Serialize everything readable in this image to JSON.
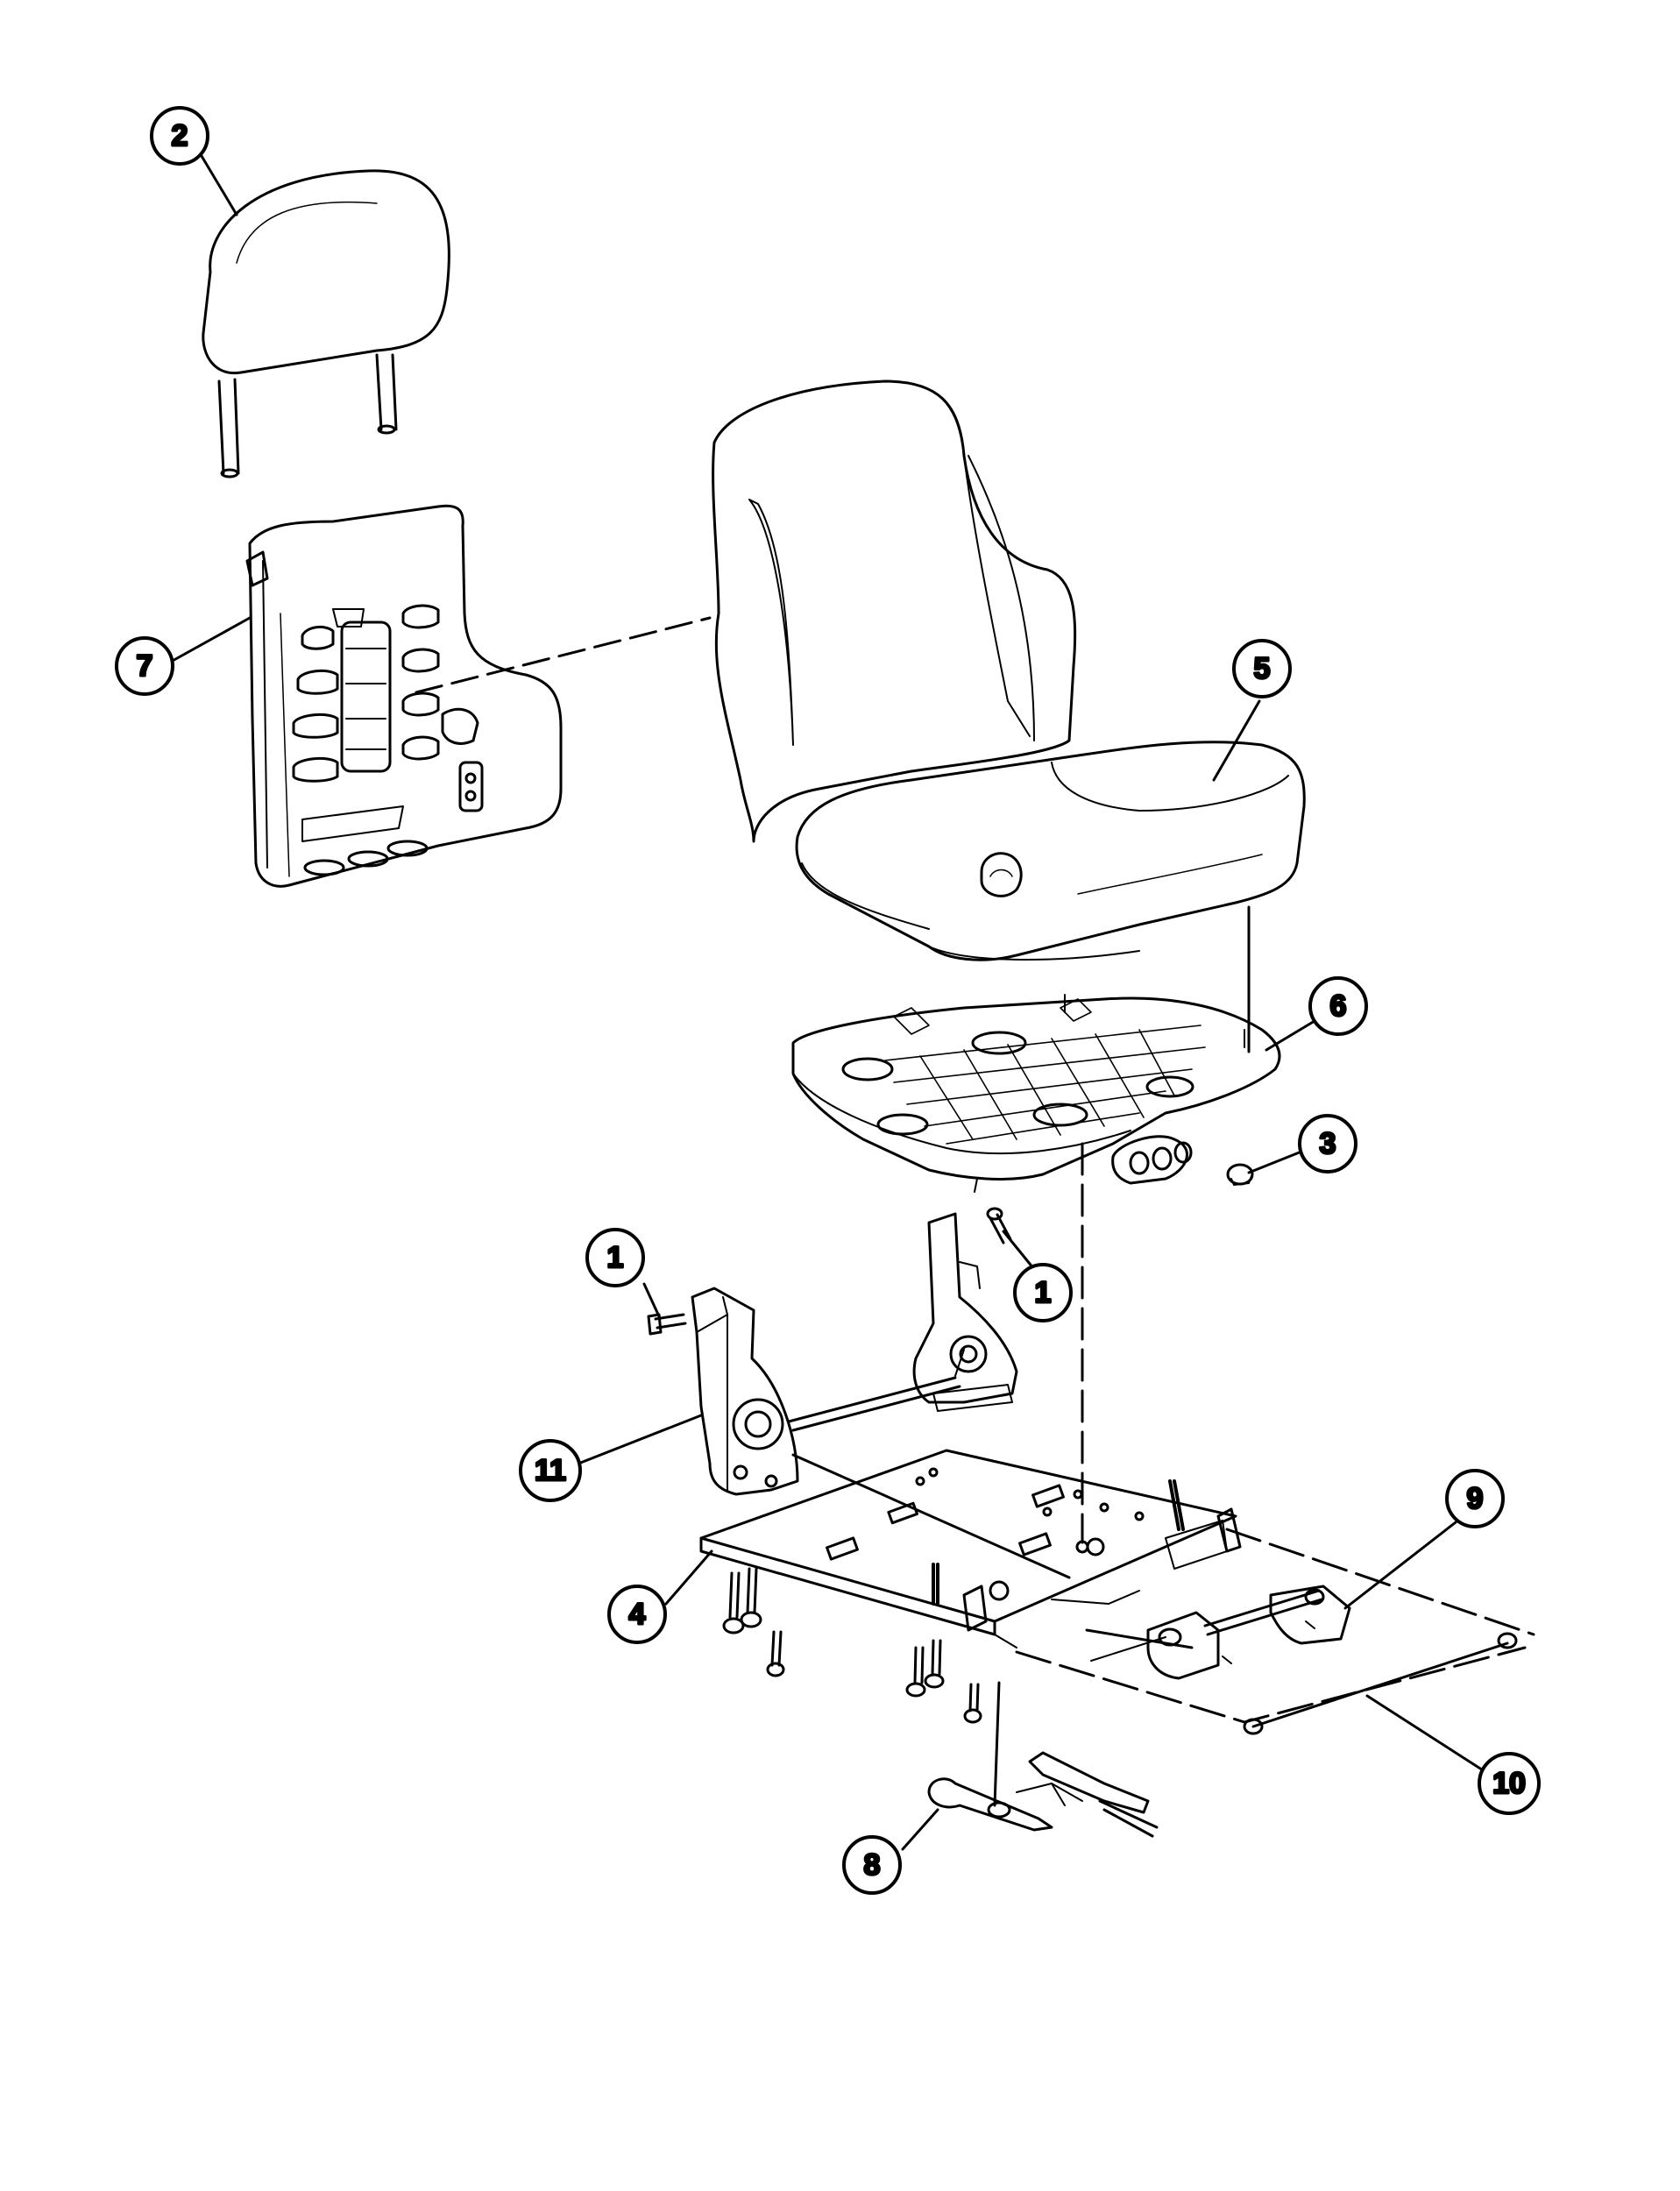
{
  "diagram": {
    "type": "exploded-parts-view",
    "callouts": [
      {
        "id": "callout-2",
        "label": "2"
      },
      {
        "id": "callout-7",
        "label": "7"
      },
      {
        "id": "callout-5",
        "label": "5"
      },
      {
        "id": "callout-6",
        "label": "6"
      },
      {
        "id": "callout-3",
        "label": "3"
      },
      {
        "id": "callout-1a",
        "label": "1"
      },
      {
        "id": "callout-1b",
        "label": "1"
      },
      {
        "id": "callout-11",
        "label": "11"
      },
      {
        "id": "callout-9",
        "label": "9"
      },
      {
        "id": "callout-4",
        "label": "4"
      },
      {
        "id": "callout-10",
        "label": "10"
      },
      {
        "id": "callout-8",
        "label": "8"
      }
    ]
  }
}
